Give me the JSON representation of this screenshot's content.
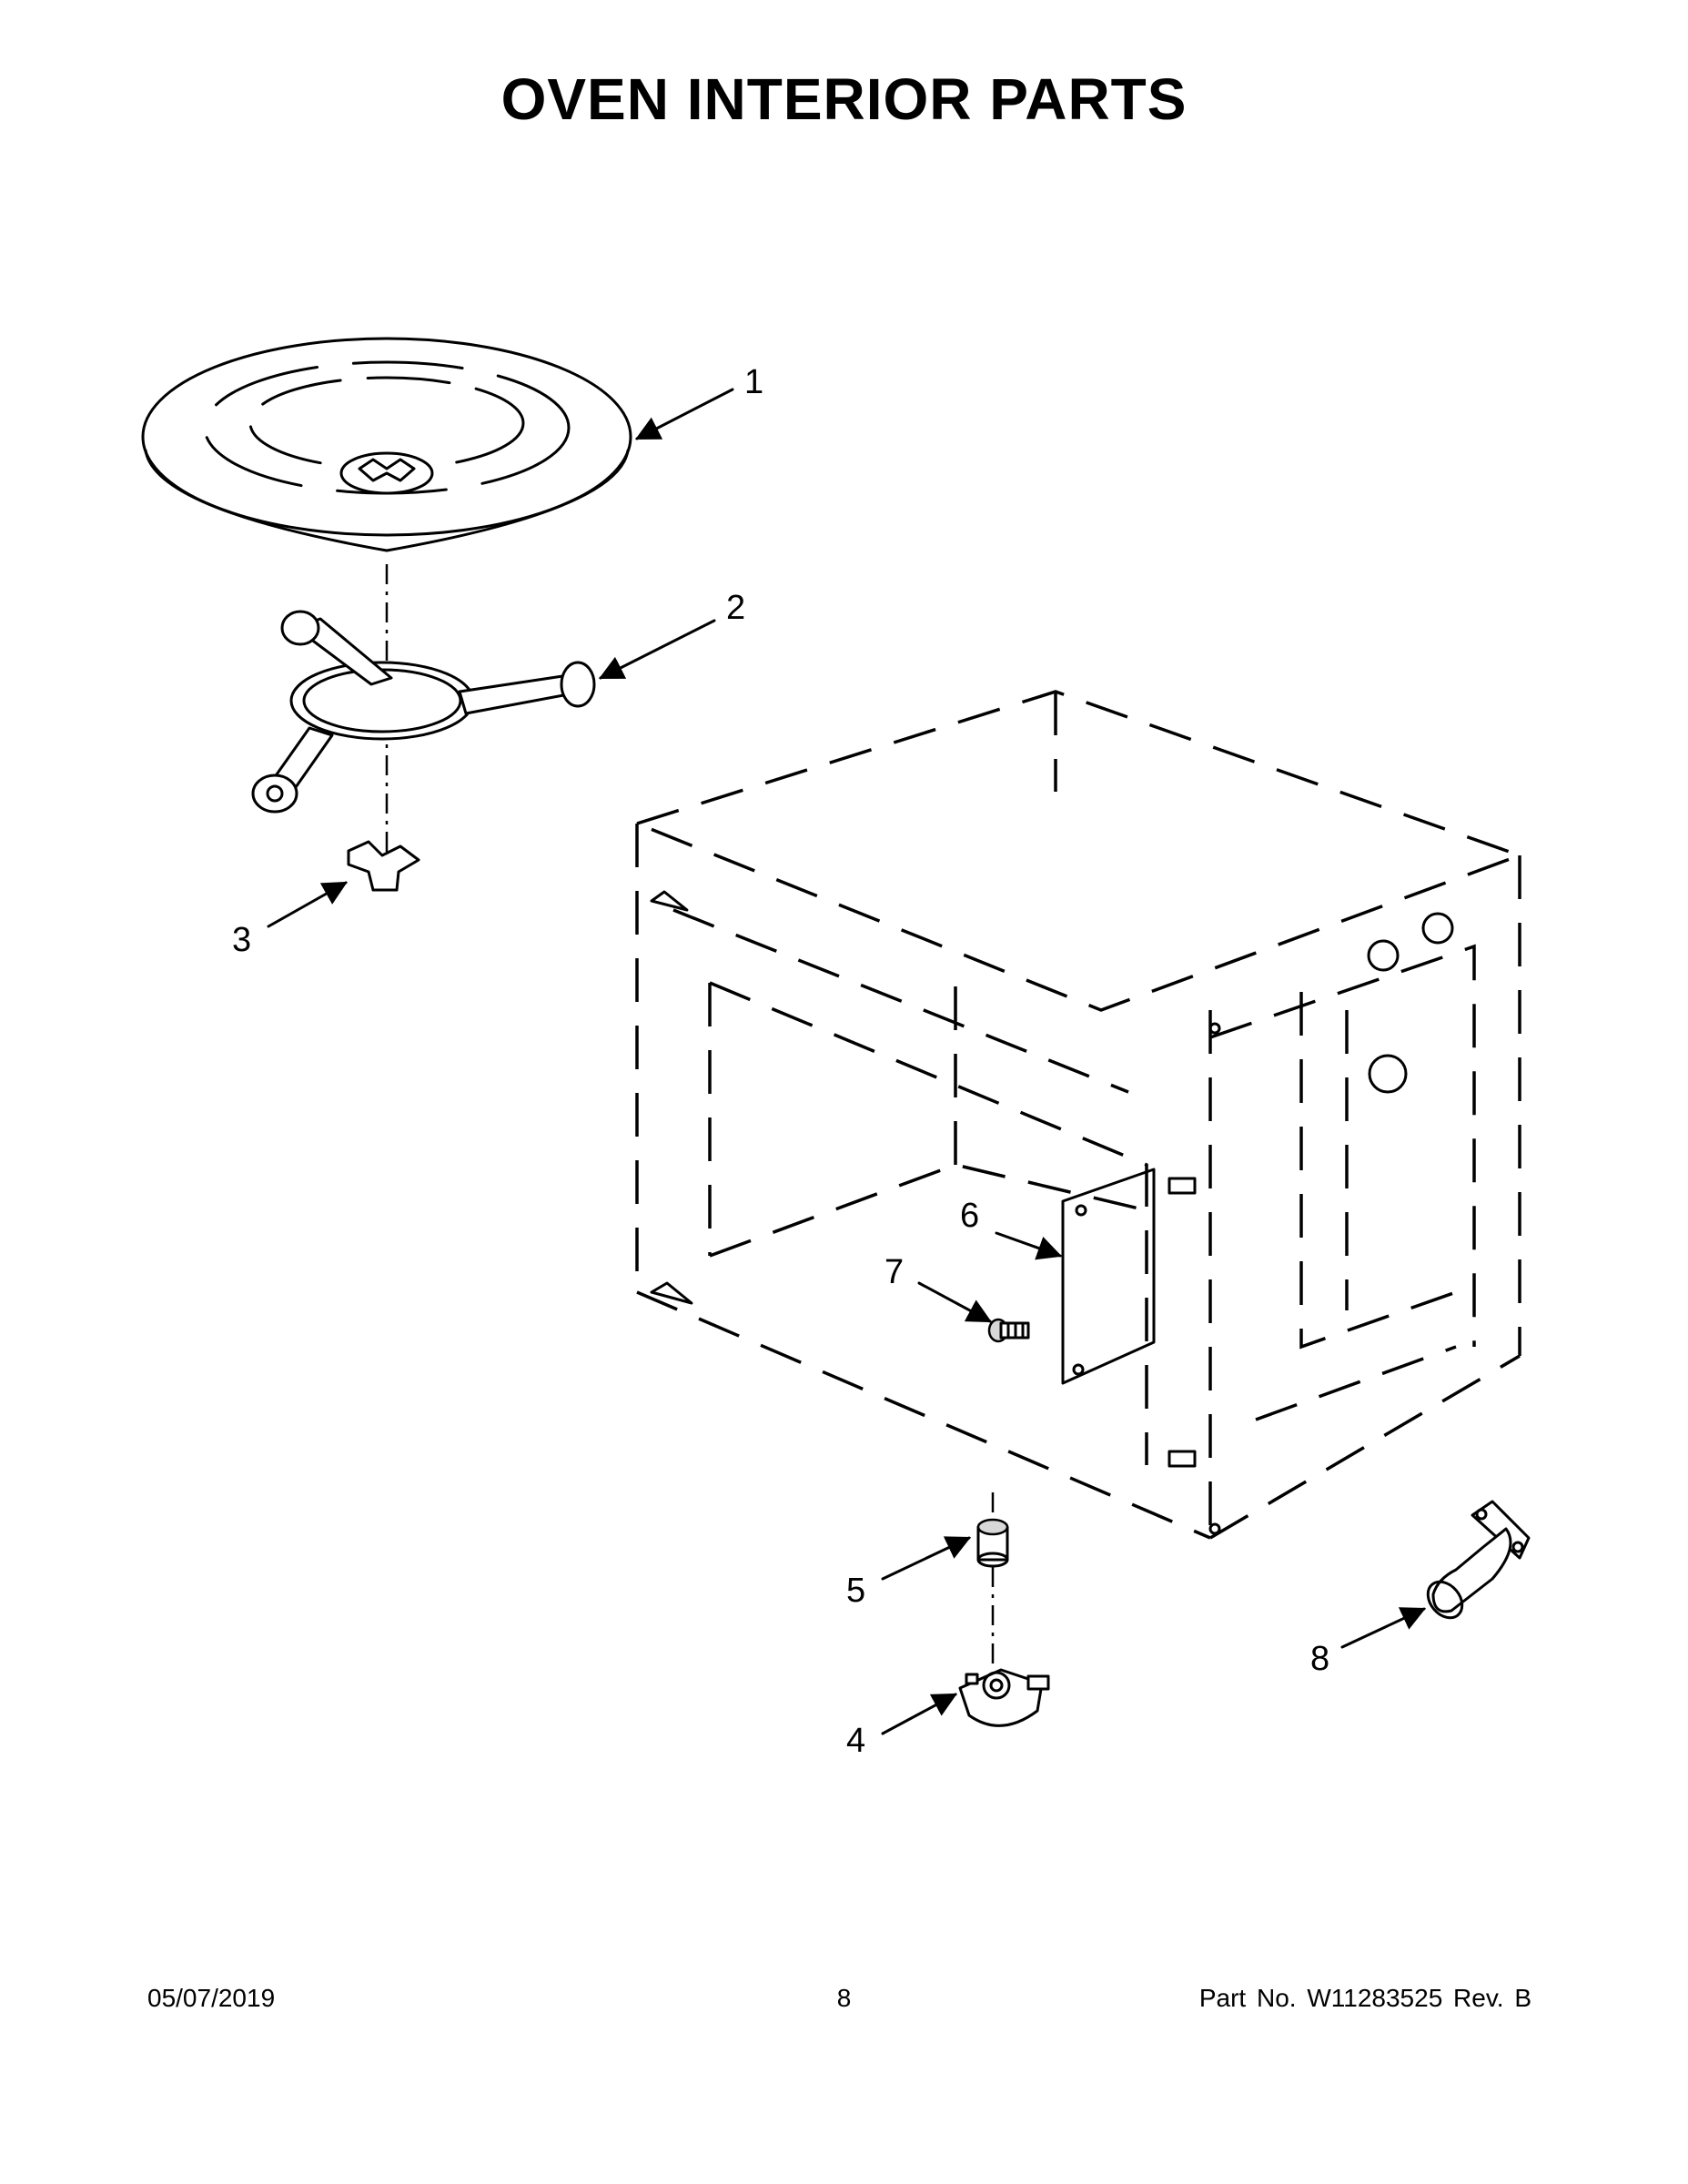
{
  "title": "OVEN INTERIOR PARTS",
  "callouts": [
    "1",
    "2",
    "3",
    "4",
    "5",
    "6",
    "7",
    "8"
  ],
  "footer": {
    "date": "05/07/2019",
    "page": "8",
    "part": "Part No.  W11283525  Rev.  B"
  }
}
